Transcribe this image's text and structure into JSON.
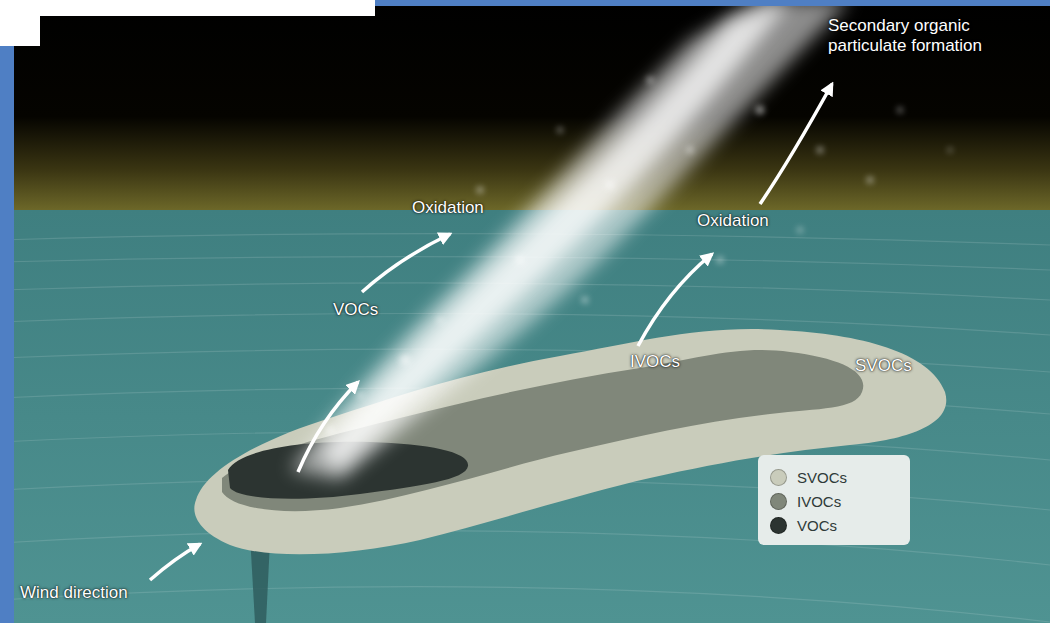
{
  "diagram": {
    "labels": [
      "Secondary organic particulate formation",
      "Oxidation",
      "Oxidation",
      "VOCs",
      "IVOCs",
      "SVOCs",
      "Wind direction"
    ],
    "legend": [
      {
        "text": "SVOCs",
        "color": "#c9ccbb"
      },
      {
        "text": "IVOCs",
        "color": "#80877a"
      },
      {
        "text": "VOCs",
        "color": "#2c3431"
      }
    ]
  }
}
